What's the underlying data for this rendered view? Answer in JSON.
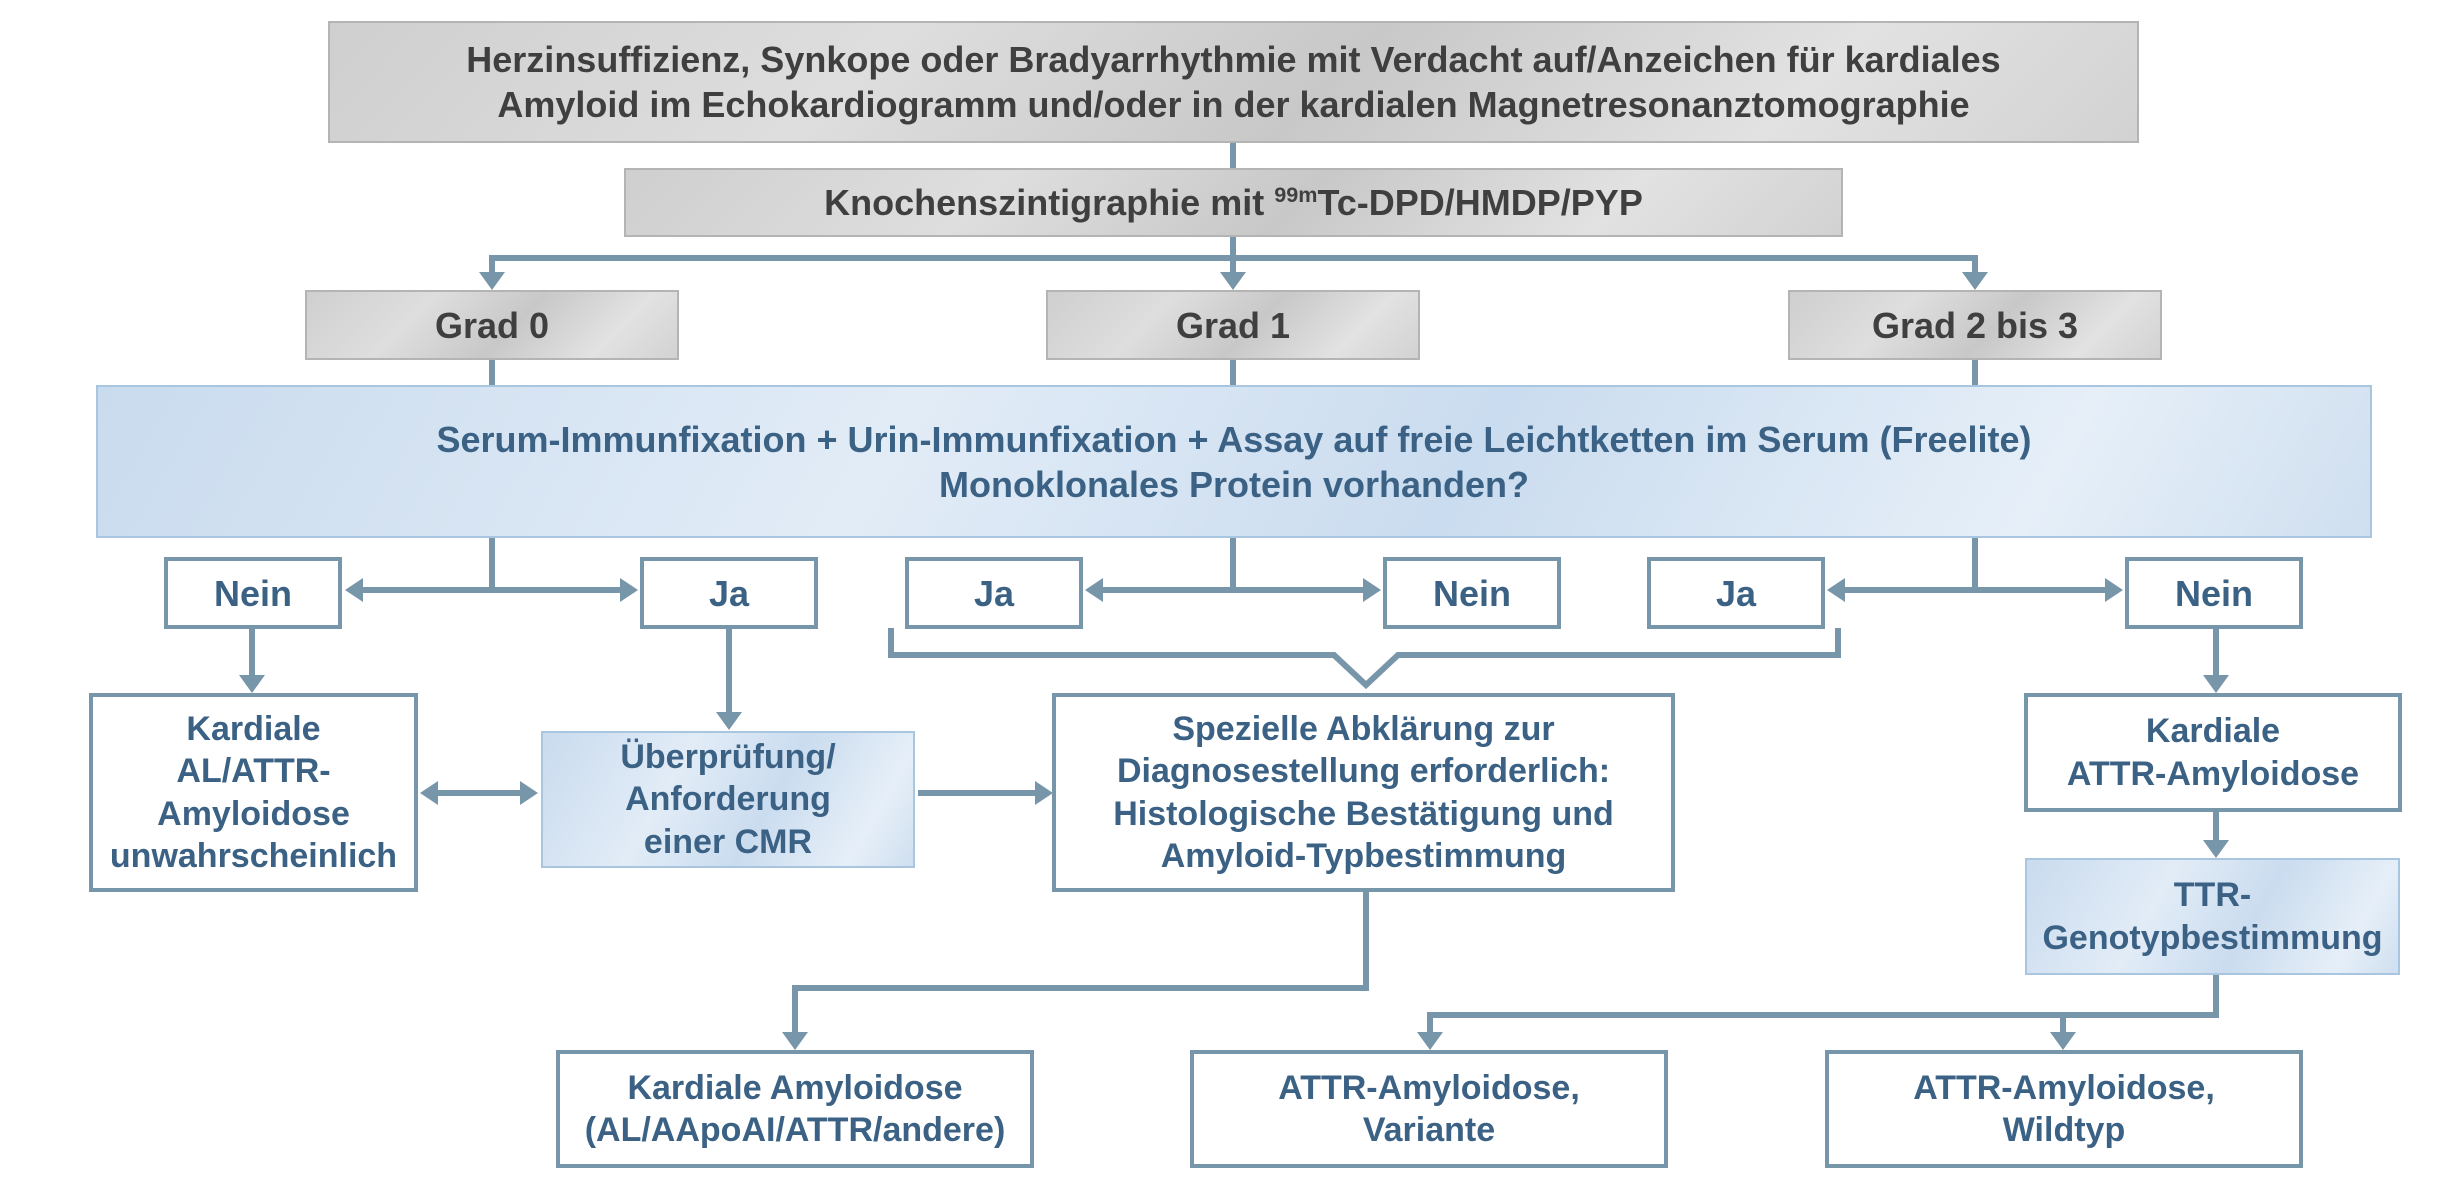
{
  "top": {
    "line1": "Herzinsuffizienz, Synkope oder Bradyarrhythmie mit Verdacht auf/Anzeichen für kardiales",
    "line2": "Amyloid im Echokardiogramm und/oder in der kardialen Magnetresonanztomographie"
  },
  "scan": {
    "prefix": "Knochenszintigraphie mit ",
    "isotope": "99m",
    "suffix": "Tc-DPD/HMDP/PYP"
  },
  "grades": {
    "g0": "Grad 0",
    "g1": "Grad 1",
    "g2": "Grad 2 bis 3"
  },
  "serum": {
    "line1": "Serum-Immunfixation + Urin-Immunfixation + Assay auf freie Leichtketten im Serum (Freelite)",
    "line2": "Monoklonales Protein vorhanden?"
  },
  "answers": {
    "g0_nein": "Nein",
    "g0_ja": "Ja",
    "g1_ja": "Ja",
    "g1_nein": "Nein",
    "g2_ja": "Ja",
    "g2_nein": "Nein"
  },
  "unlikely": [
    "Kardiale",
    "AL/ATTR-",
    "Amyloidose",
    "unwahrscheinlich"
  ],
  "cmr": [
    "Überprüfung/",
    "Anforderung",
    "einer CMR"
  ],
  "special": [
    "Spezielle Abklärung zur",
    "Diagnosestellung erforderlich:",
    "Histologische Bestätigung und",
    "Amyloid-Typbestimmung"
  ],
  "attr_cardiac": [
    "Kardiale",
    "ATTR-Amyloidose"
  ],
  "ttr": [
    "TTR-",
    "Genotypbestimmung"
  ],
  "outcomes": {
    "cardiac": [
      "Kardiale Amyloidose",
      "(AL/AApoAI/ATTR/andere)"
    ],
    "variant": [
      "ATTR-Amyloidose,",
      "Variante"
    ],
    "wildtype": [
      "ATTR-Amyloidose,",
      "Wildtyp"
    ]
  },
  "colors": {
    "connector": "#7896aa",
    "gray_box": "#d4d4d4",
    "blue_box": "#d7e5f3",
    "blue_text": "#3b6284",
    "gray_text": "#3f3f3f"
  }
}
